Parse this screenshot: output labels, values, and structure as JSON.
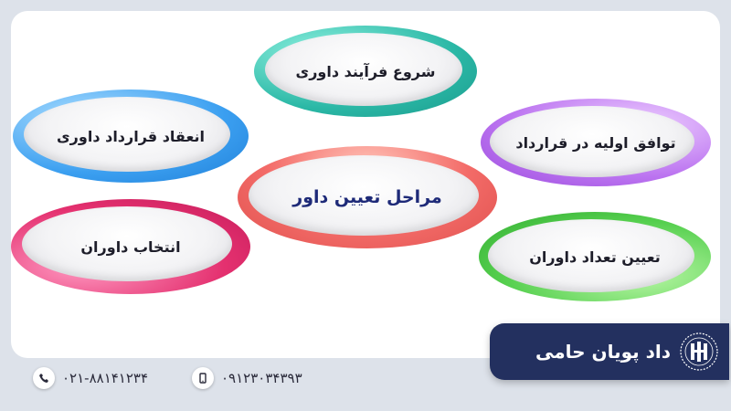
{
  "diagram": {
    "center": "مراحل تعیین داور",
    "steps": [
      {
        "label": "شروع فرآیند داوری",
        "color": "#3cc8b4"
      },
      {
        "label": "توافق اولیه در قرارداد",
        "color": "#c27ef0"
      },
      {
        "label": "تعیین تعداد داوران",
        "color": "#5fd35a"
      },
      {
        "label": "انتخاب داوران",
        "color": "#e8327a"
      },
      {
        "label": "انعقاد قرارداد داوری",
        "color": "#3e9ef0"
      }
    ],
    "center_color": "#f26d6d"
  },
  "contacts": {
    "phone": "۰۲۱-۸۸۱۴۱۲۳۴",
    "mobile": "۰۹۱۲۳۰۳۴۳۹۳"
  },
  "brand": {
    "name": "داد پویان حامی"
  }
}
